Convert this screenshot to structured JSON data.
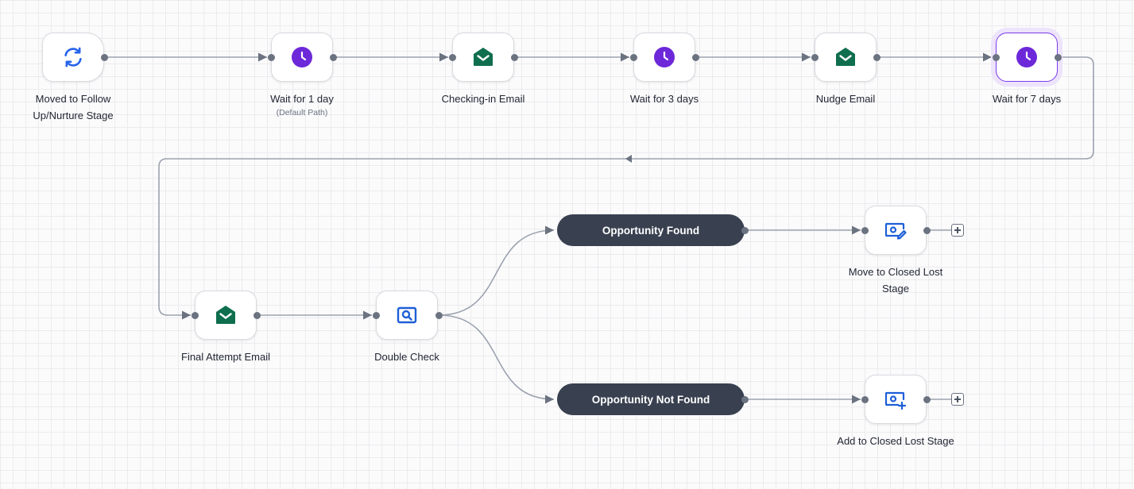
{
  "nodes": {
    "trigger": {
      "label": "Moved to Follow Up/Nurture Stage",
      "icon": "sync-icon"
    },
    "wait1": {
      "label": "Wait for 1 day",
      "sublabel": "(Default Path)",
      "icon": "clock-icon"
    },
    "email1": {
      "label": "Checking-in Email",
      "icon": "email-icon"
    },
    "wait3": {
      "label": "Wait for 3 days",
      "icon": "clock-icon"
    },
    "email2": {
      "label": "Nudge Email",
      "icon": "email-icon"
    },
    "wait7": {
      "label": "Wait for 7 days",
      "icon": "clock-icon",
      "selected": true
    },
    "email3": {
      "label": "Final Attempt Email",
      "icon": "email-icon"
    },
    "check": {
      "label": "Double Check",
      "icon": "search-icon"
    },
    "move": {
      "label": "Move to Closed Lost Stage",
      "icon": "edit-opportunity-icon"
    },
    "add": {
      "label": "Add to Closed Lost Stage",
      "icon": "add-opportunity-icon"
    }
  },
  "branches": {
    "found": {
      "label": "Opportunity Found"
    },
    "not_found": {
      "label": "Opportunity Not Found"
    }
  },
  "colors": {
    "trigger_icon": "#2563eb",
    "wait_icon": "#6d28d9",
    "email_icon": "#0f6e4e",
    "action_icon": "#1d5fd6",
    "branch_bg": "#394150",
    "connector": "#9ca3af",
    "selected_ring": "#7c3aed"
  }
}
